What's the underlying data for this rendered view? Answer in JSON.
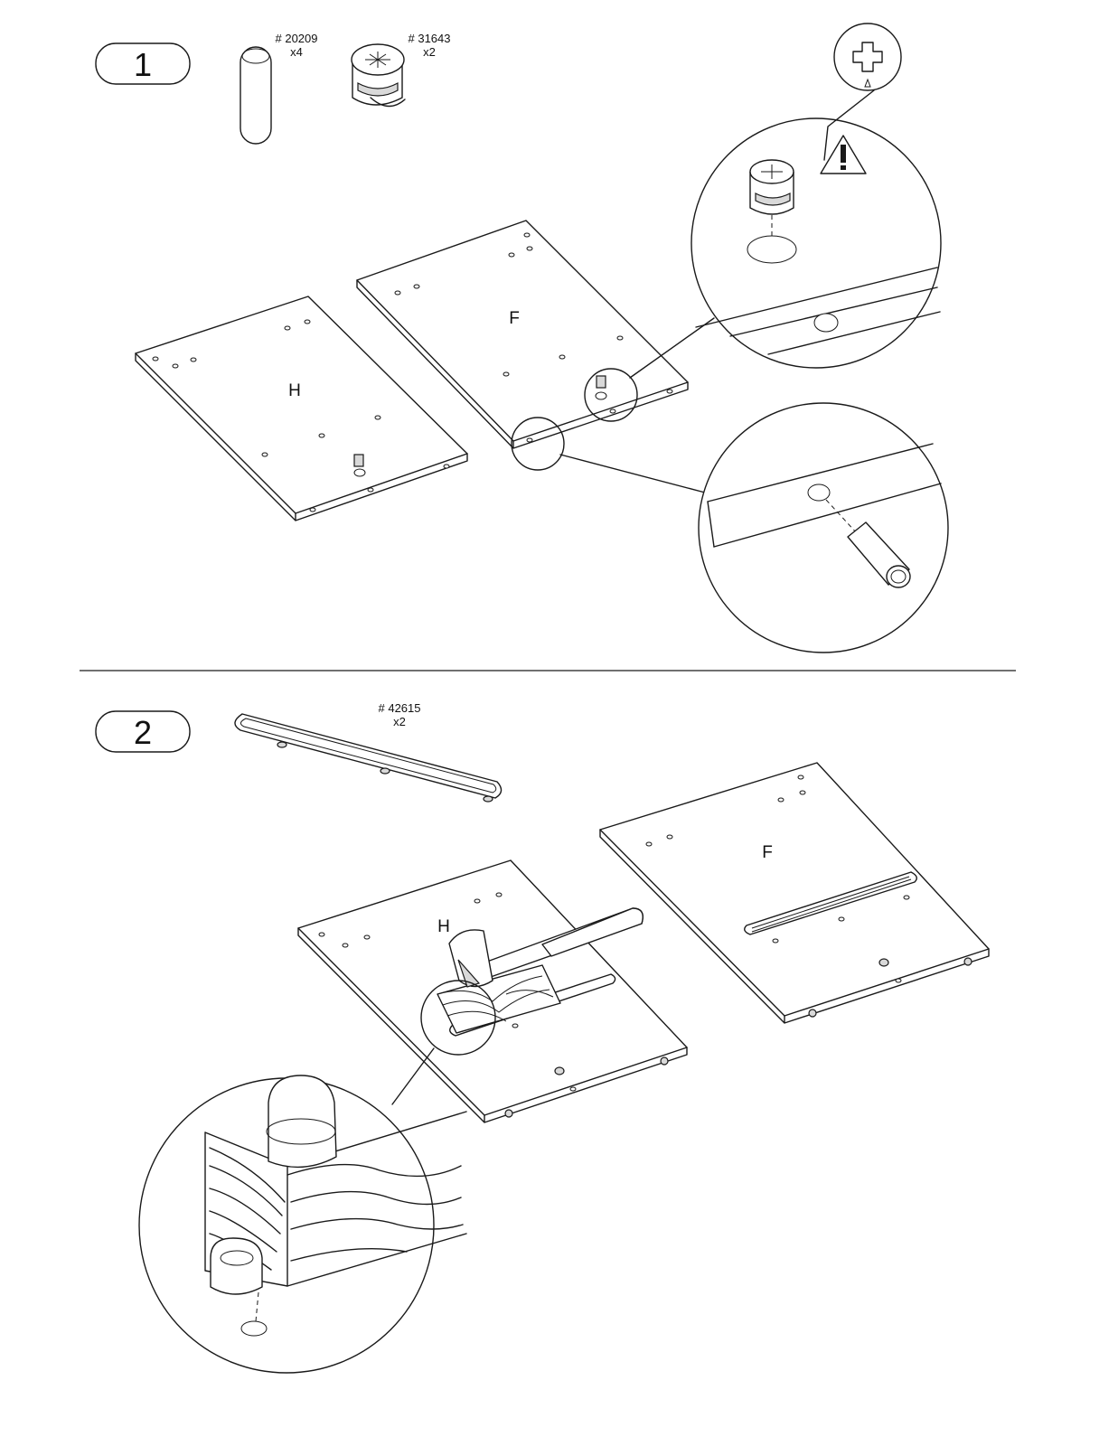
{
  "step1": {
    "number": "1",
    "parts": [
      {
        "code": "# 20209",
        "qty": "x4",
        "icon": "dowel-icon"
      },
      {
        "code": "# 31643",
        "qty": "x2",
        "icon": "cam-lock-icon"
      }
    ],
    "panel_left": "H",
    "panel_right": "F",
    "warning_icon": "warning-triangle-icon"
  },
  "step2": {
    "number": "2",
    "parts": [
      {
        "code": "# 42615",
        "qty": "x2",
        "icon": "rail-icon"
      }
    ],
    "panel_left": "H",
    "panel_right": "F",
    "tool_icon": "hammer-icon"
  },
  "colors": {
    "ink": "#1a1a1a",
    "paper": "#ffffff",
    "shade": "#d9d9d9"
  }
}
